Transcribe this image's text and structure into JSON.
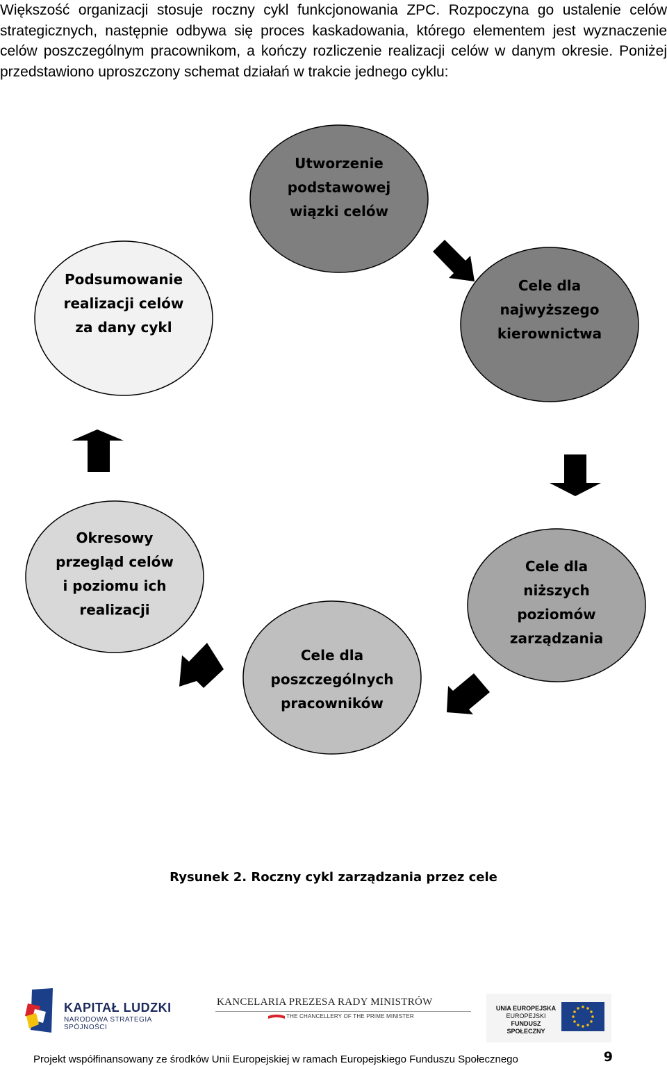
{
  "intro": {
    "paragraph": "Większość organizacji stosuje roczny cykl funkcjonowania ZPC. Rozpoczyna go ustalenie celów strategicznych, następnie odbywa się proces kaskadowania, którego elementem jest wyznaczenie celów poszczególnym pracownikom, a kończy rozliczenie realizacji celów w danym okresie. Poniżej przedstawiono uproszczony schemat działań w trakcie jednego cyklu:"
  },
  "diagram": {
    "nodes": [
      {
        "id": "n1",
        "lines": [
          "Utworzenie",
          "podstawowej",
          "wiązki celów"
        ],
        "fill": "#7f7f7f"
      },
      {
        "id": "n2",
        "lines": [
          "Cele dla",
          "najwyższego",
          "kierownictwa"
        ],
        "fill": "#7f7f7f"
      },
      {
        "id": "n3",
        "lines": [
          "Cele dla",
          "niższych",
          "poziomów",
          "zarządzania"
        ],
        "fill": "#a5a5a5"
      },
      {
        "id": "n4",
        "lines": [
          "Cele dla",
          "poszczególnych",
          "pracowników"
        ],
        "fill": "#bfbfbf"
      },
      {
        "id": "n5",
        "lines": [
          "Okresowy",
          "przegląd celów",
          "i poziomu ich",
          "realizacji"
        ],
        "fill": "#d8d8d8"
      },
      {
        "id": "n6",
        "lines": [
          "Podsumowanie",
          "realizacji celów",
          "za dany cykl"
        ],
        "fill": "#f2f2f2"
      }
    ],
    "stroke_color": "#000000",
    "arrow_color": "#000000"
  },
  "caption": "Rysunek 2. Roczny cykl zarządzania przez cele",
  "logos": {
    "kapital_ludzki": {
      "title": "KAPITAŁ LUDZKI",
      "subtitle": "NARODOWA STRATEGIA SPÓJNOŚCI"
    },
    "kprm": {
      "title": "KANCELARIA PREZESA RADY MINISTRÓW",
      "subtitle": "THE CHANCELLERY OF THE PRIME MINISTER"
    },
    "ue": {
      "line1": "UNIA EUROPEJSKA",
      "line2": "EUROPEJSKI",
      "line3": "FUNDUSZ SPOŁECZNY"
    }
  },
  "footer": {
    "text": "Projekt współfinansowany ze środków Unii Europejskiej w ramach Europejskiego Funduszu Społecznego",
    "page_number": "9"
  }
}
